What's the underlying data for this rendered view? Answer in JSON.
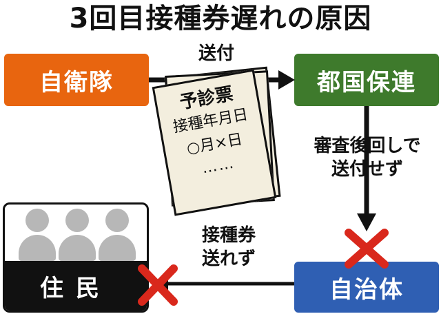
{
  "title": "3回目接種券遅れの原因",
  "nodes": {
    "sdf": "自衛隊",
    "hoken": "都国保連",
    "jichitai": "自治体",
    "residents": "住民"
  },
  "edges": {
    "send": "送付",
    "delay_line1": "審査後回しで",
    "delay_line2": "送付せず",
    "not_sent_line1": "接種券",
    "not_sent_line2": "送れず"
  },
  "document": {
    "title": "予診票",
    "line1": "接種年月日",
    "line2": "○月×日",
    "line3": "……"
  },
  "colors": {
    "sdf": "#e8650f",
    "hoken": "#3e7a2c",
    "jichitai": "#2f5fb3",
    "cross": "#d9281c",
    "arrow": "#111111"
  },
  "icons": [
    "person-icon",
    "cross-icon",
    "arrow-icon"
  ]
}
